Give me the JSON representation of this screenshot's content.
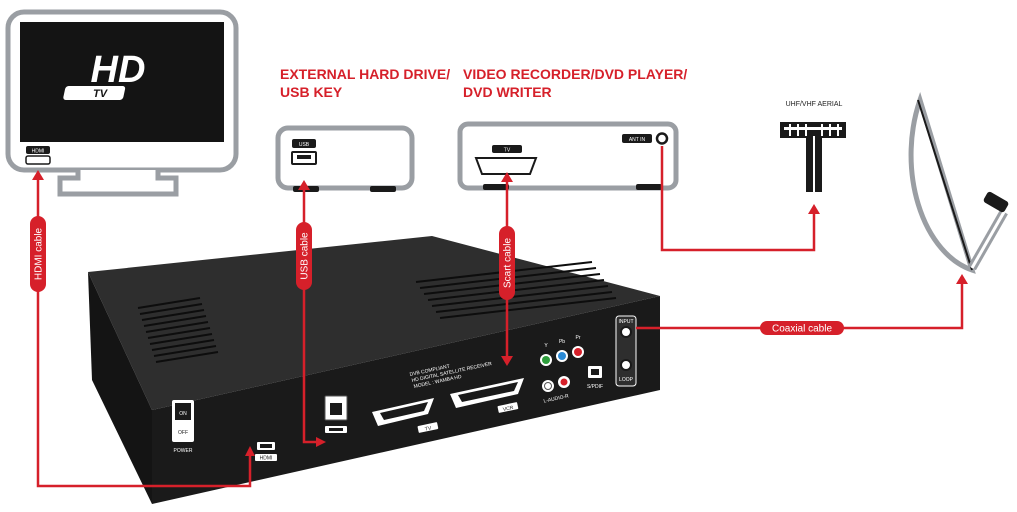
{
  "tv": {
    "logo_big": "HD",
    "logo_small": "TV",
    "port_label": "HDMI"
  },
  "usb_device": {
    "title_line1": "EXTERNAL HARD DRIVE/",
    "title_line2": "USB KEY",
    "port_label": "USB"
  },
  "recorder": {
    "title_line1": "VIDEO RECORDER/DVD PLAYER/",
    "title_line2": "DVD WRITER",
    "port_tv": "TV",
    "port_ant": "ANT IN"
  },
  "aerial": {
    "label": "UHF/VHF AERIAL"
  },
  "cables": {
    "hdmi": "HDMI cable",
    "usb": "USB cable",
    "scart": "Scart cable",
    "coax": "Coaxial cable"
  },
  "receiver": {
    "info_line1": "DVB COMPLIANT",
    "info_line2": "HD DIGITAL SATELLITE RECEIVER",
    "info_line3": "MODEL : WAMBA HD",
    "switch_on": "ON",
    "switch_off": "OFF",
    "power_label": "POWER",
    "hdmi_label": "HDMI",
    "scart_tv": "TV",
    "scart_vcr": "VCR",
    "input_label": "INPUT",
    "loop_label": "LOOP",
    "rca_y": "Y",
    "rca_pb": "Pb",
    "rca_pr": "Pr",
    "rca_audio": "L-AUDIO-R",
    "spdif_label": "S/PDIF"
  },
  "colors": {
    "accent": "#d6202a",
    "device_outline": "#9a9ea3",
    "device_body": "#1a1a1a"
  }
}
